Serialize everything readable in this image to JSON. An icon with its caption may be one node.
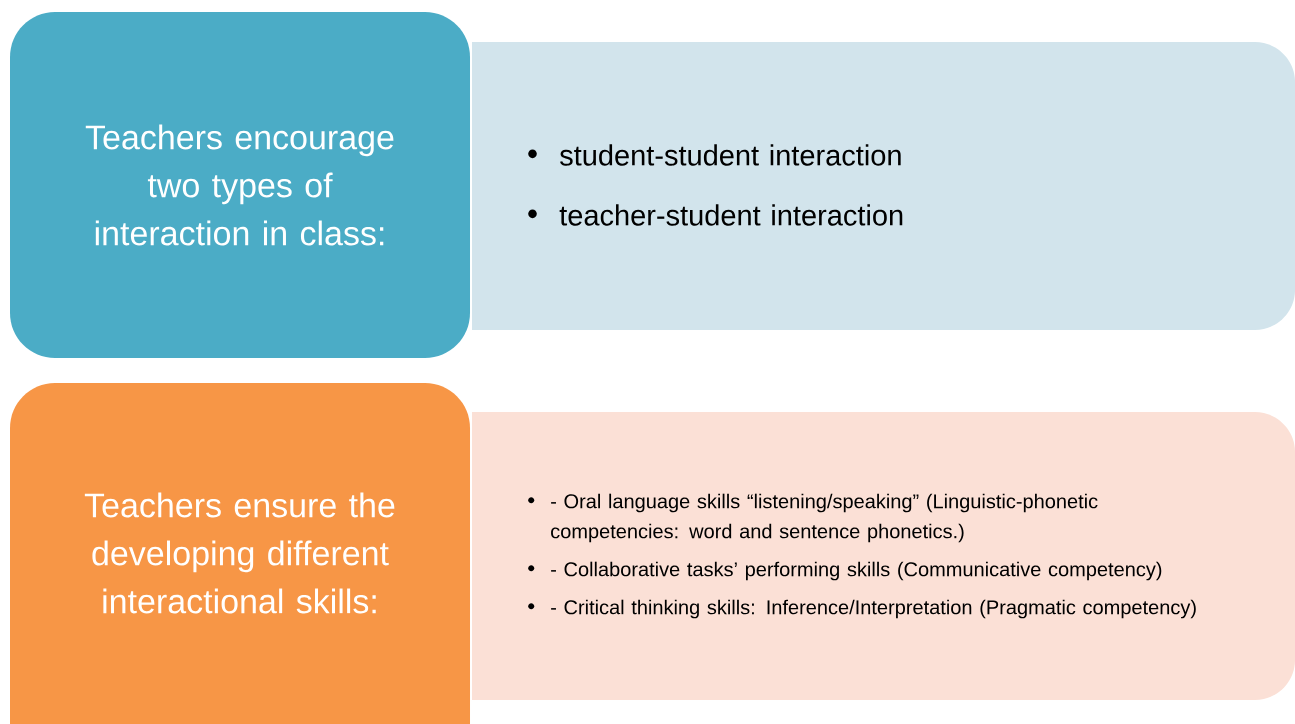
{
  "diagram": {
    "nodes": [
      {
        "text": [
          "Teachers encourage two types of interaction in class:"
        ]
      },
      {
        "text": [
          "student-student interaction",
          "teacher-student interaction"
        ]
      },
      {
        "text": [
          "Teachers ensure the developing different interactional skills:"
        ]
      },
      {
        "text": [
          "- Oral language skills “listening/speaking” (Linguistic-phonetic competencies: word and sentence phonetics.)",
          "- Collaborative tasks’ performing skills (Communicative competency)",
          "- Critical thinking skills: Inference/Interpretation (Pragmatic competency)"
        ]
      }
    ]
  }
}
